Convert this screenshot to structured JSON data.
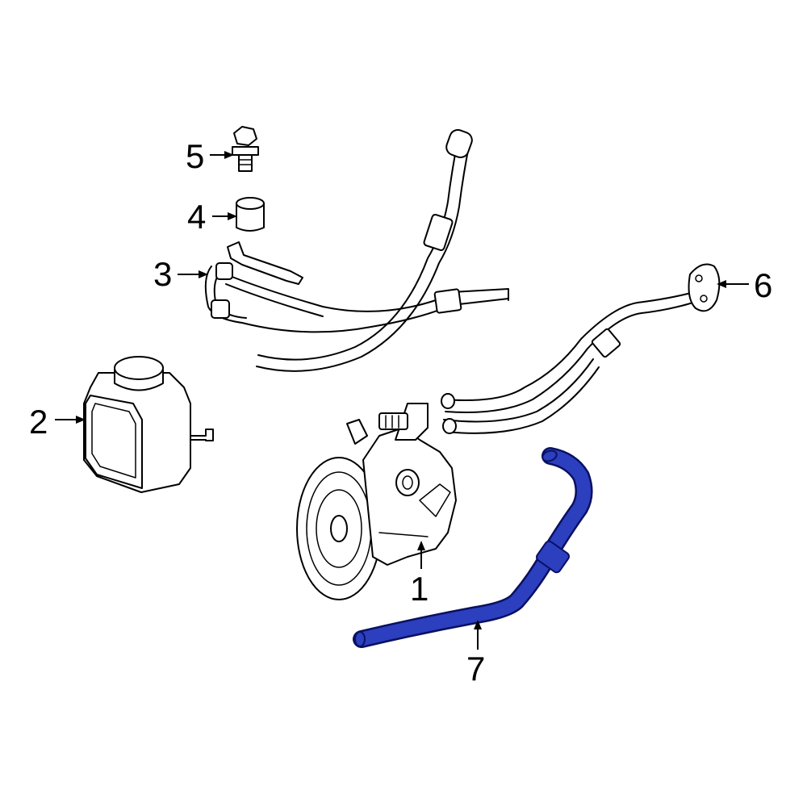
{
  "callouts": [
    {
      "id": "1",
      "label": "1"
    },
    {
      "id": "2",
      "label": "2"
    },
    {
      "id": "3",
      "label": "3"
    },
    {
      "id": "4",
      "label": "4"
    },
    {
      "id": "5",
      "label": "5"
    },
    {
      "id": "6",
      "label": "6"
    },
    {
      "id": "7",
      "label": "7"
    }
  ],
  "colors": {
    "highlight": "#2b3fbf",
    "highlight_outline": "#0a1060",
    "line": "#000000"
  }
}
